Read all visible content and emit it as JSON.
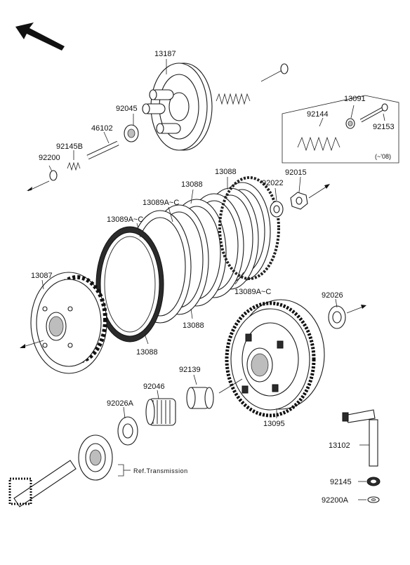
{
  "labels": {
    "p13187": "13187",
    "p92045": "92045",
    "p46102": "46102",
    "p92145B": "92145B",
    "p92200": "92200",
    "p13091": "13091",
    "p92144": "92144",
    "p92153": "92153",
    "p_note": "(~'08)",
    "p13088_top": "13088",
    "p13088_mid": "13088",
    "p92022": "92022",
    "p92015": "92015",
    "p13089_a": "13089A~C",
    "p13089_b": "13089A~C",
    "p13089_c": "13089A~C",
    "p13087": "13087",
    "p13088_bot": "13088",
    "p13088_low": "13088",
    "p92026": "92026",
    "p92139": "92139",
    "p92046": "92046",
    "p92026A": "92026A",
    "p13095": "13095",
    "p13102": "13102",
    "p92145": "92145",
    "p92200A": "92200A",
    "ref_transmission": "Ref.Transmission"
  }
}
